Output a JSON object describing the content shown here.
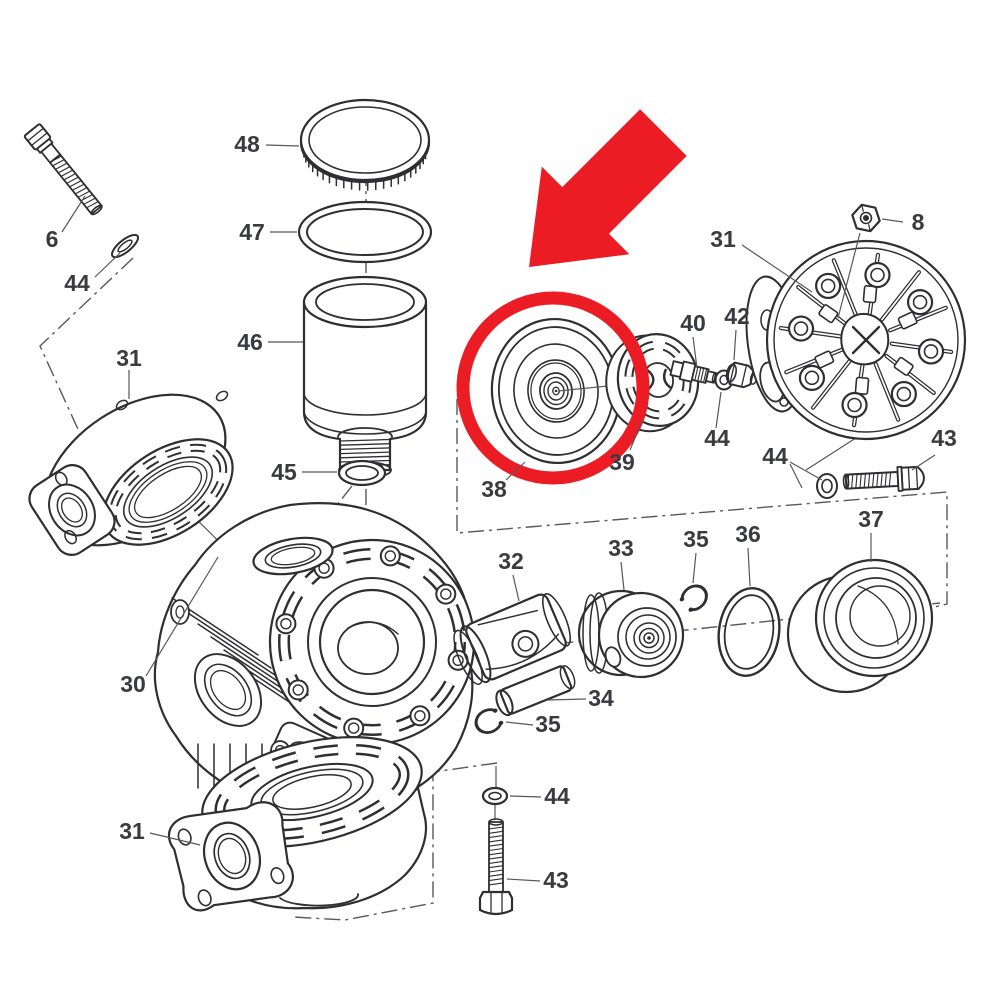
{
  "diagram": {
    "background": "#ffffff",
    "ink_color": "#2e2e33",
    "label_color": "#3a3a41",
    "highlight_color": "#ec1c24",
    "callouts": {
      "c6": "6",
      "c44_topleft": "44",
      "c31_left": "31",
      "c48": "48",
      "c47": "47",
      "c46": "46",
      "c45": "45",
      "c38": "38",
      "c39": "39",
      "c40": "40",
      "c42": "42",
      "c44_shaft": "44",
      "c31_right": "31",
      "c8": "8",
      "c44_right": "44",
      "c43_right": "43",
      "c32": "32",
      "c33": "33",
      "c35_upper": "35",
      "c36": "36",
      "c37": "37",
      "c34": "34",
      "c35_lower": "35",
      "c30": "30",
      "c31_bottom": "31",
      "c44_bottom": "44",
      "c43_bottom": "43"
    }
  }
}
